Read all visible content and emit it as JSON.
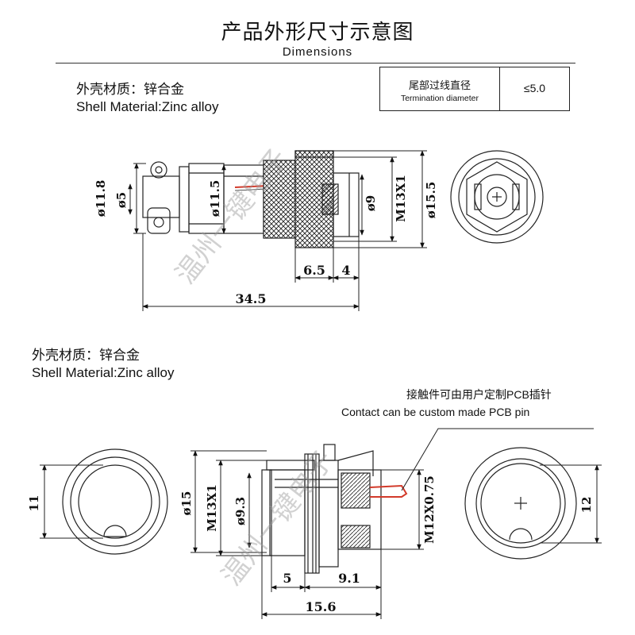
{
  "header": {
    "title_cn": "产品外形尺寸示意图",
    "title_en": "Dimensions"
  },
  "top_section": {
    "material_cn": "外壳材质：锌合金",
    "material_en": "Shell Material:Zinc alloy",
    "spec_table": {
      "label_cn": "尾部过线直径",
      "label_en": "Termination diameter",
      "value": "≤5.0"
    },
    "dimensions": {
      "d_11_8": "ø11.8",
      "d_5": "ø5",
      "d_11_5": "ø11.5",
      "d_9": "ø9",
      "thread": "M13X1",
      "d_15_5": "ø15.5",
      "len_6_5": "6.5",
      "len_4": "4",
      "len_34_5": "34.5"
    }
  },
  "bottom_section": {
    "material_cn": "外壳材质：锌合金",
    "material_en": "Shell Material:Zinc alloy",
    "note_cn": "接触件可由用户定制PCB插针",
    "note_en": "Contact can be custom made PCB pin",
    "dimensions": {
      "h_11": "11",
      "d_15": "ø15",
      "thread": "M13X1",
      "d_9_3": "ø9.3",
      "thread2": "M12X0.75",
      "h_12": "12",
      "len_5": "5",
      "len_9_1": "9.1",
      "len_15_6": "15.6"
    }
  },
  "watermark": "温州一键电子",
  "colors": {
    "line": "#222222",
    "accent_red": "#d23a2a",
    "watermark": "#9a9a9a"
  }
}
